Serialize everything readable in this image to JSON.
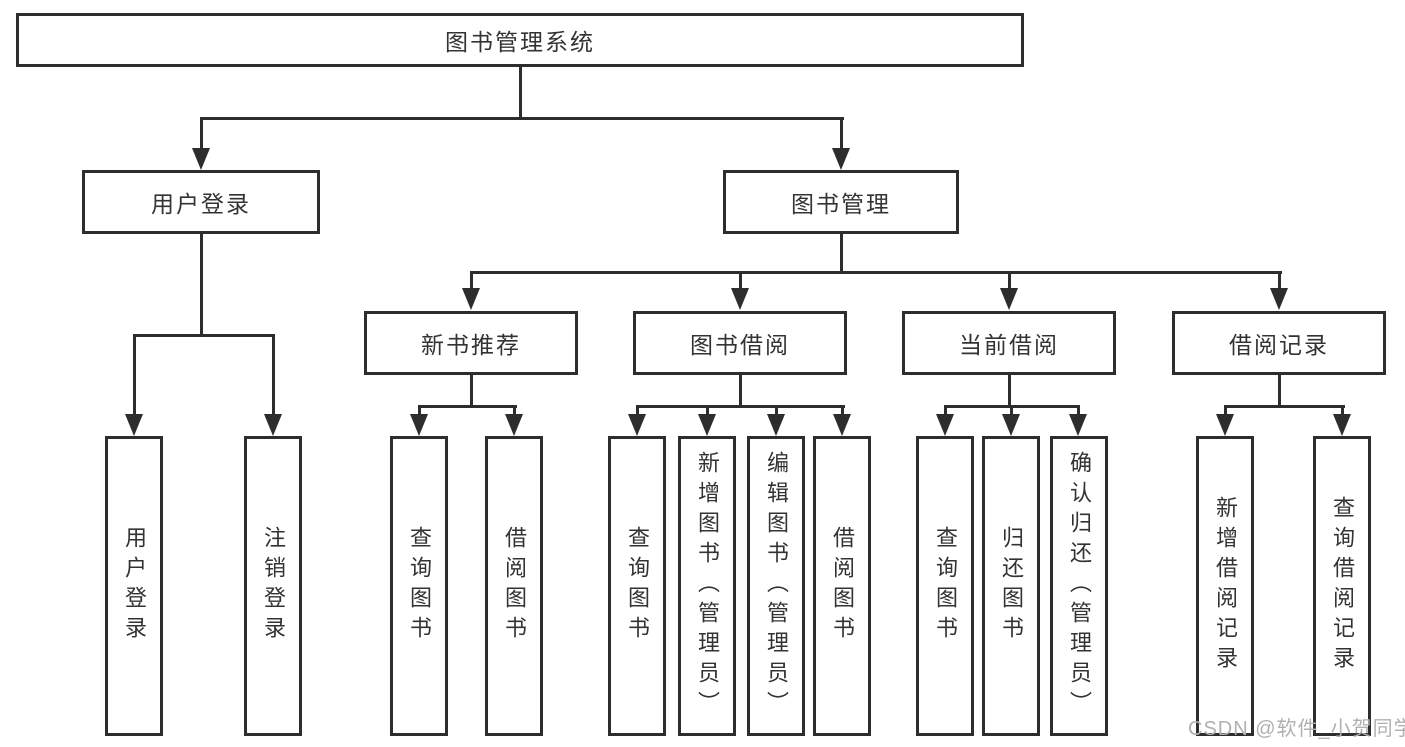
{
  "diagram": {
    "type": "feature-tree",
    "colors": {
      "background": "#ffffff",
      "line": "#2d2d2d",
      "box_border": "#2d2d2d",
      "box_fill": "#ffffff",
      "text": "#333333",
      "watermark": "#b0b0b0"
    },
    "tree": {
      "root": {
        "label": "图书管理系统"
      },
      "level2": [
        {
          "label": "用户登录"
        },
        {
          "label": "图书管理"
        }
      ],
      "level3": [
        {
          "label": "新书推荐"
        },
        {
          "label": "图书借阅"
        },
        {
          "label": "当前借阅"
        },
        {
          "label": "借阅记录"
        }
      ],
      "leaves": {
        "login": [
          {
            "label": "用户登录"
          },
          {
            "label": "注销登录"
          }
        ],
        "newbook": [
          {
            "label": "查询图书"
          },
          {
            "label": "借阅图书"
          }
        ],
        "bookborrow": [
          {
            "label": "查询图书"
          },
          {
            "label": "新增图书（管理员）"
          },
          {
            "label": "编辑图书（管理员）"
          },
          {
            "label": "借阅图书"
          }
        ],
        "currentborrow": [
          {
            "label": "查询图书"
          },
          {
            "label": "归还图书"
          },
          {
            "label": "确认归还（管理员）"
          }
        ],
        "records": [
          {
            "label": "新增借阅记录"
          },
          {
            "label": "查询借阅记录"
          }
        ]
      }
    },
    "watermark": {
      "text": "CSDN @软件_小贺同学"
    }
  }
}
